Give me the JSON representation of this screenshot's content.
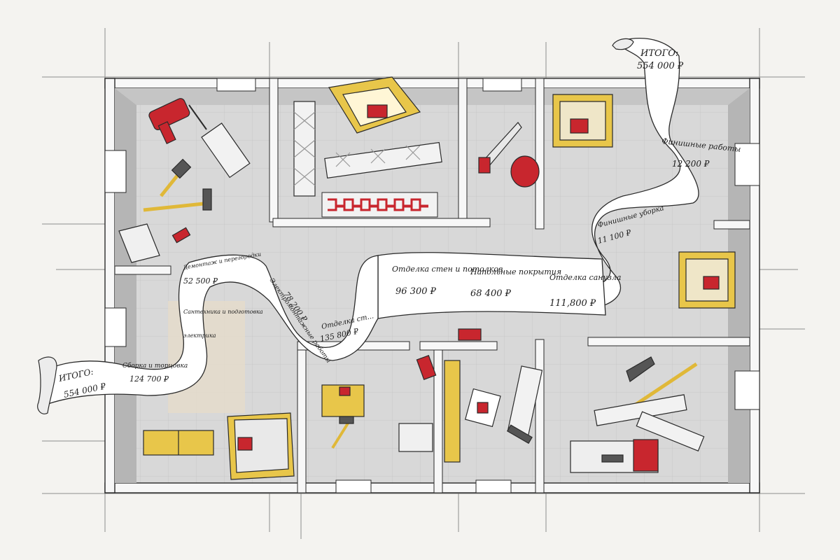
{
  "colors": {
    "paper": "#f4f3f0",
    "floor": "#d6d6d6",
    "wall_top": "#f7f7f7",
    "wall_side": "#a9a9a9",
    "ink": "#2a2a2a",
    "accent_red": "#c8262e",
    "box_yellow": "#e8c64a",
    "receipt": "#ffffff"
  },
  "receipt": {
    "total_top_label": "ИТОГО:",
    "total_top_value": "554 000 ₽",
    "finishing_works_label": "Финишные работы",
    "finishing_works_value": "12 200 ₽",
    "finishing_cleanup_label": "Финишные уборка",
    "finishing_cleanup_value": "11 100 ₽",
    "wall_ceiling_label": "Отделка стен и потолков",
    "wall_ceiling_value": "96 300 ₽",
    "flooring_label": "Напольные покрытия",
    "flooring_value": "68 400 ₽",
    "bathroom_label": "Отделка санузла",
    "bathroom_value": "111,800 ₽",
    "walls2_label": "Отделка ст...",
    "walls2_value": "135 800 ₽",
    "installation_label": "Электромонтажные работы",
    "installation_value": "78 200 ₽",
    "demolition_label": "Демонтаж и перегородки",
    "demolition_value": "52 500 ₽",
    "plumbing_label": "Сантехника и подготовка",
    "plumbing_note": "электрика",
    "assembly_label": "Сборка и торцовка",
    "assembly_value": "124 700 ₽",
    "total_bottom_label": "ИТОГО:",
    "total_bottom_value": "554 000 ₽"
  }
}
